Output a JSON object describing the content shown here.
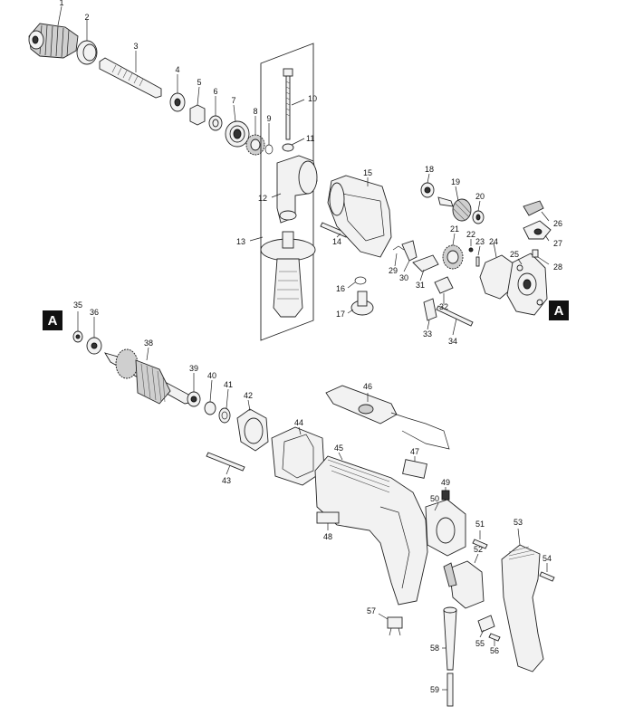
{
  "diagram": {
    "parts": [
      {
        "no": "1"
      },
      {
        "no": "2"
      },
      {
        "no": "3"
      },
      {
        "no": "4"
      },
      {
        "no": "5"
      },
      {
        "no": "6"
      },
      {
        "no": "7"
      },
      {
        "no": "8"
      },
      {
        "no": "9"
      },
      {
        "no": "10"
      },
      {
        "no": "11"
      },
      {
        "no": "12"
      },
      {
        "no": "13"
      },
      {
        "no": "14"
      },
      {
        "no": "15"
      },
      {
        "no": "16"
      },
      {
        "no": "17"
      },
      {
        "no": "18"
      },
      {
        "no": "19"
      },
      {
        "no": "20"
      },
      {
        "no": "21"
      },
      {
        "no": "22"
      },
      {
        "no": "23"
      },
      {
        "no": "24"
      },
      {
        "no": "25"
      },
      {
        "no": "26"
      },
      {
        "no": "27"
      },
      {
        "no": "28"
      },
      {
        "no": "29"
      },
      {
        "no": "30"
      },
      {
        "no": "31"
      },
      {
        "no": "32"
      },
      {
        "no": "33"
      },
      {
        "no": "34"
      },
      {
        "no": "35"
      },
      {
        "no": "36"
      },
      {
        "no": "38"
      },
      {
        "no": "39"
      },
      {
        "no": "40"
      },
      {
        "no": "41"
      },
      {
        "no": "42"
      },
      {
        "no": "43"
      },
      {
        "no": "44"
      },
      {
        "no": "45"
      },
      {
        "no": "46"
      },
      {
        "no": "47"
      },
      {
        "no": "48"
      },
      {
        "no": "49"
      },
      {
        "no": "50"
      },
      {
        "no": "51"
      },
      {
        "no": "52"
      },
      {
        "no": "53"
      },
      {
        "no": "54"
      },
      {
        "no": "55"
      },
      {
        "no": "56"
      },
      {
        "no": "57"
      },
      {
        "no": "58"
      },
      {
        "no": "59"
      }
    ],
    "markers": [
      {
        "label": "A"
      },
      {
        "label": "A"
      }
    ]
  }
}
